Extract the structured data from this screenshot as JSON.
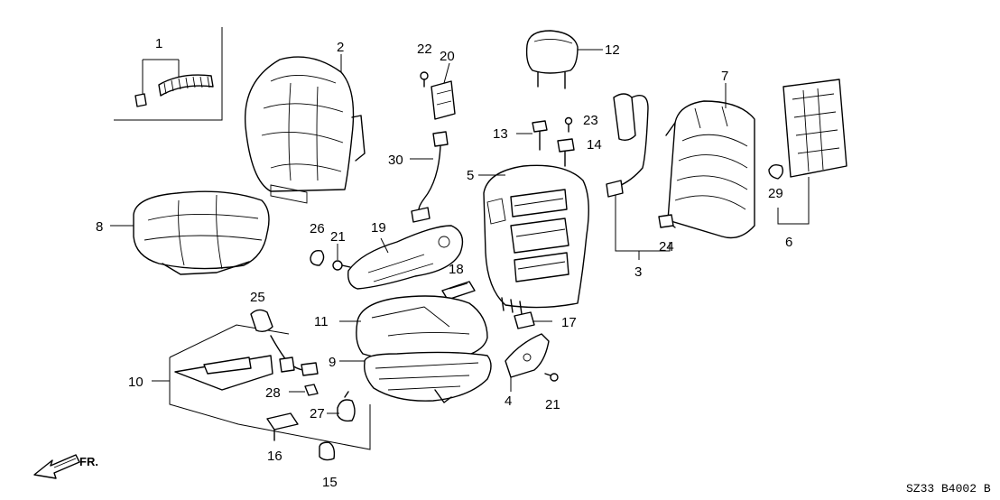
{
  "diagram": {
    "code": "SZ33 B4002 B",
    "direction_label": "FR.",
    "callouts": {
      "c1": "1",
      "c2": "2",
      "c3": "3",
      "c4": "4",
      "c5": "5",
      "c6": "6",
      "c7": "7",
      "c8": "8",
      "c9": "9",
      "c10": "10",
      "c11": "11",
      "c12": "12",
      "c13": "13",
      "c14": "14",
      "c15": "15",
      "c16": "16",
      "c17": "17",
      "c18": "18",
      "c19": "19",
      "c20": "20",
      "c21a": "21",
      "c21b": "21",
      "c22": "22",
      "c23": "23",
      "c24": "24",
      "c25": "25",
      "c26": "26",
      "c27": "27",
      "c28": "28",
      "c29": "29",
      "c30": "30"
    }
  }
}
